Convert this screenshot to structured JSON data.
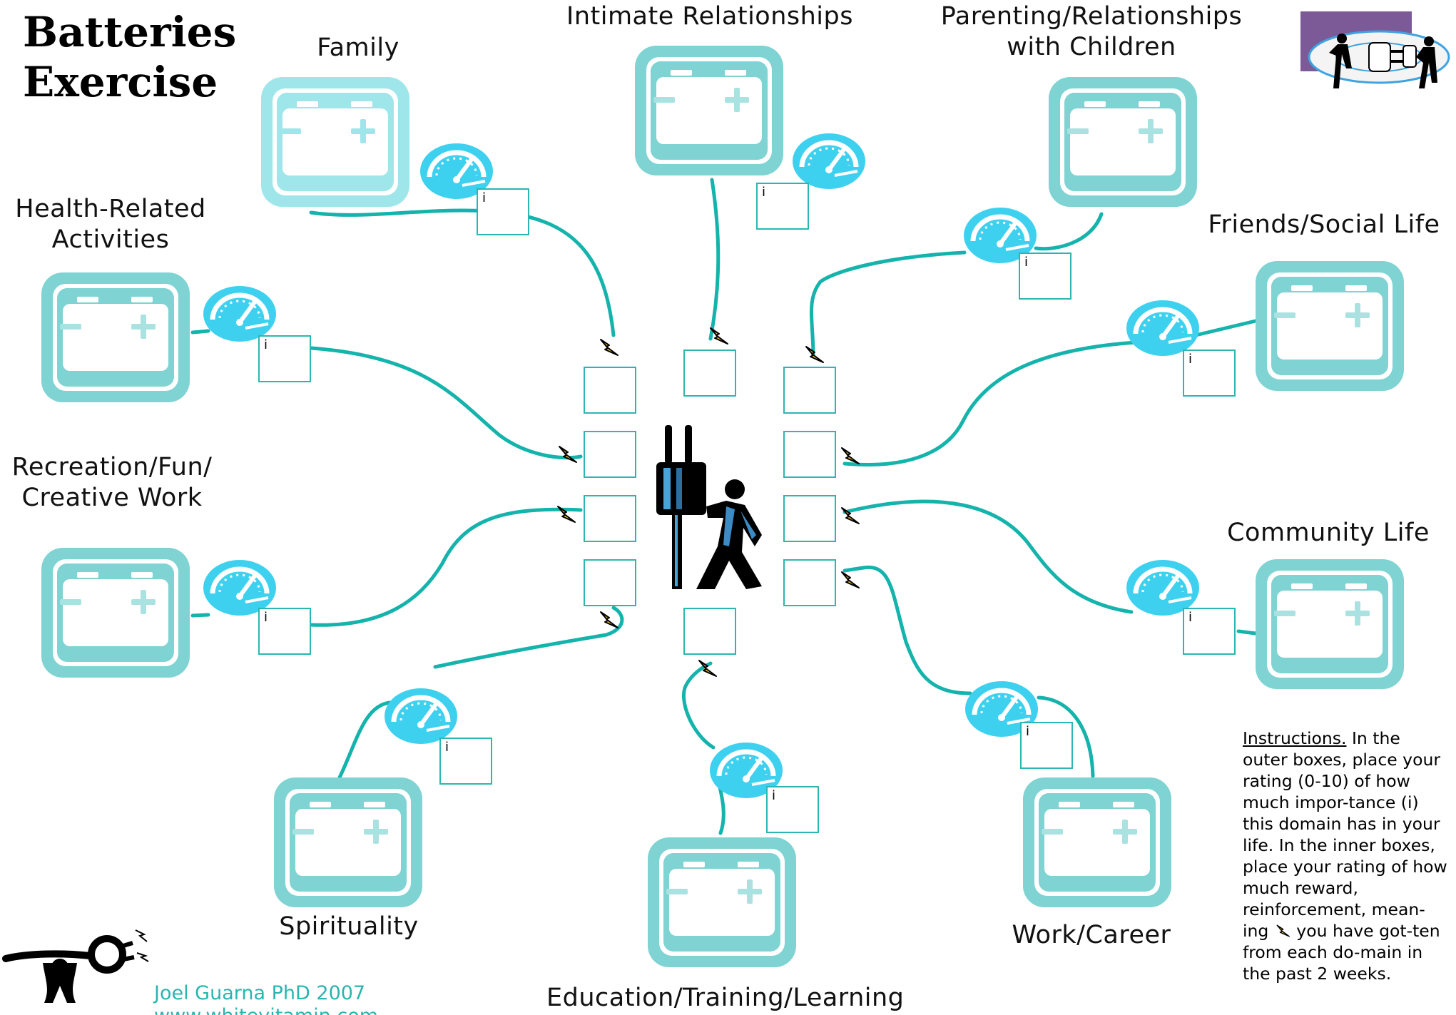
{
  "title": {
    "line1": "Batteries",
    "line2": "Exercise"
  },
  "colors": {
    "wire": "#14b3ab",
    "box_border": "#2bb7b1",
    "battery_frame": "#7fd3d2",
    "battery_frame_light": "#9fe6ea",
    "battery_inner": "#a9e2e1",
    "gauge": "#3ed1ef",
    "spark": "#f1c232",
    "credit_text": "#29b5b0"
  },
  "domains": [
    {
      "name": "family",
      "label": "Family",
      "importance_marker": "i"
    },
    {
      "name": "intimate",
      "label": "Intimate Relationships",
      "importance_marker": "i"
    },
    {
      "name": "parenting",
      "label": "Parenting/Relationships with Children",
      "label_line1": "Parenting/Relationships",
      "label_line2": "with Children",
      "importance_marker": "i"
    },
    {
      "name": "health",
      "label": "Health-Related Activities",
      "label_line1": "Health-Related",
      "label_line2": "Activities",
      "importance_marker": "i"
    },
    {
      "name": "friends",
      "label": "Friends/Social Life",
      "importance_marker": "i"
    },
    {
      "name": "recreation",
      "label": "Recreation/Fun/ Creative Work",
      "label_line1": "Recreation/Fun/",
      "label_line2": "Creative Work",
      "importance_marker": "i"
    },
    {
      "name": "community",
      "label": "Community Life",
      "importance_marker": "i"
    },
    {
      "name": "spirituality",
      "label": "Spirituality",
      "importance_marker": "i"
    },
    {
      "name": "education",
      "label": "Education/Training/Learning",
      "importance_marker": "i"
    },
    {
      "name": "work",
      "label": "Work/Career",
      "importance_marker": "i"
    }
  ],
  "instructions": {
    "lead": "Instructions.",
    "text_before_icon": " In the outer boxes, place your rating (0-10) of how much impor-tance (i) this domain has in your life. In the inner boxes, place your rating of how much reward, reinforcement, mean-ing",
    "text_after_icon": " you have got-ten from each do-main in the past 2 weeks."
  },
  "credit": {
    "line1": "Joel Guarna PhD 2007",
    "line2": "www.whitevitamin.com"
  }
}
